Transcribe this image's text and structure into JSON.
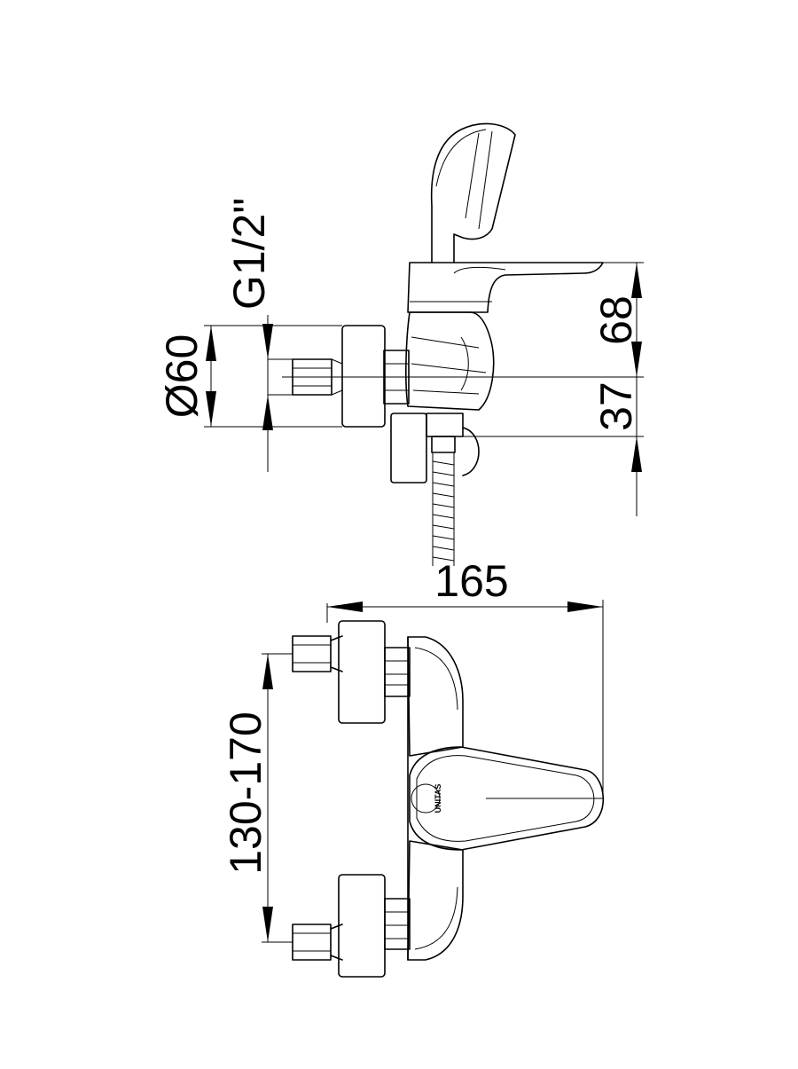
{
  "dimensions": {
    "thread": "G1/2\"",
    "diameter": "Ø60",
    "height_upper": "68",
    "height_lower": "37",
    "width": "165",
    "spacing": "130-170"
  },
  "logo": "UNITAS"
}
